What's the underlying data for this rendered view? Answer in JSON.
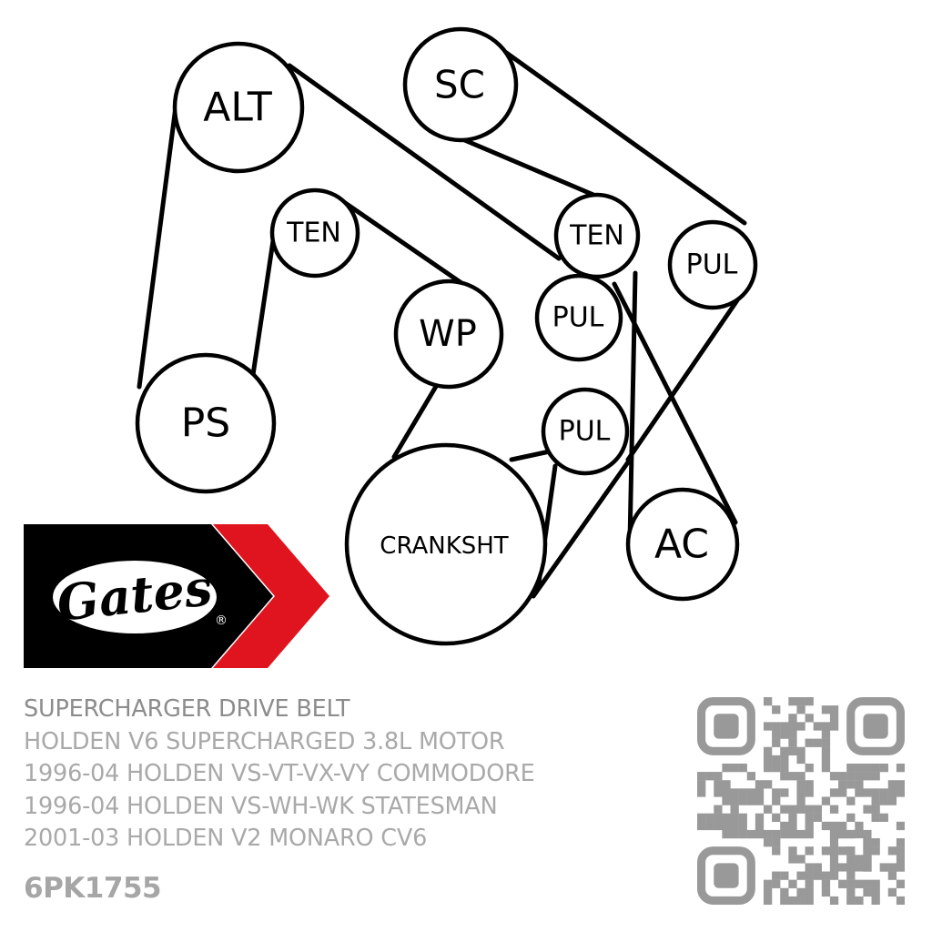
{
  "diagram": {
    "pulleys": {
      "alt": "ALT",
      "sc": "SC",
      "ten_left": "TEN",
      "ten_right": "TEN",
      "pul_far_right": "PUL",
      "wp": "WP",
      "pul_mid": "PUL",
      "ps": "PS",
      "pul_lower": "PUL",
      "crankshaft": "CRANKSHT",
      "ac": "AC"
    }
  },
  "logo": {
    "brand": "Gates",
    "registered": "®",
    "colors": {
      "black": "#000000",
      "red": "#e0141e",
      "white": "#ffffff"
    }
  },
  "product": {
    "lines": [
      "SUPERCHARGER DRIVE BELT",
      "HOLDEN V6 SUPERCHARGED 3.8L MOTOR",
      "1996-04 HOLDEN VS-VT-VX-VY COMMODORE",
      "1996-04 HOLDEN VS-WH-WK STATESMAN",
      "2001-03 HOLDEN V2 MONARO CV6"
    ],
    "part_number": "6PK1755"
  },
  "qr": {
    "color": "#999999"
  }
}
